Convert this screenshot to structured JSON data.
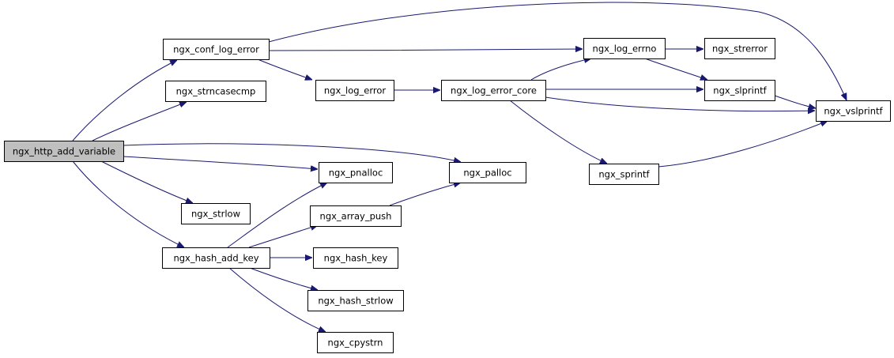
{
  "graph": {
    "root": "ngx_http_add_variable",
    "colors": {
      "edge": "#191970",
      "root_fill": "#bfbfbf",
      "node_fill": "#ffffff",
      "border": "#000000"
    },
    "nodes": [
      {
        "id": "ngx_http_add_variable",
        "label": "ngx_http_add_variable",
        "root": true
      },
      {
        "id": "ngx_conf_log_error",
        "label": "ngx_conf_log_error"
      },
      {
        "id": "ngx_strncasecmp",
        "label": "ngx_strncasecmp"
      },
      {
        "id": "ngx_strlow",
        "label": "ngx_strlow"
      },
      {
        "id": "ngx_hash_add_key",
        "label": "ngx_hash_add_key"
      },
      {
        "id": "ngx_log_error",
        "label": "ngx_log_error"
      },
      {
        "id": "ngx_pnalloc",
        "label": "ngx_pnalloc"
      },
      {
        "id": "ngx_array_push",
        "label": "ngx_array_push"
      },
      {
        "id": "ngx_hash_key",
        "label": "ngx_hash_key"
      },
      {
        "id": "ngx_hash_strlow",
        "label": "ngx_hash_strlow"
      },
      {
        "id": "ngx_cpystrn",
        "label": "ngx_cpystrn"
      },
      {
        "id": "ngx_log_error_core",
        "label": "ngx_log_error_core"
      },
      {
        "id": "ngx_palloc",
        "label": "ngx_palloc"
      },
      {
        "id": "ngx_log_errno",
        "label": "ngx_log_errno"
      },
      {
        "id": "ngx_sprintf",
        "label": "ngx_sprintf"
      },
      {
        "id": "ngx_strerror",
        "label": "ngx_strerror"
      },
      {
        "id": "ngx_slprintf",
        "label": "ngx_slprintf"
      },
      {
        "id": "ngx_vslprintf",
        "label": "ngx_vslprintf"
      }
    ],
    "edges": [
      {
        "from": "ngx_http_add_variable",
        "to": "ngx_conf_log_error"
      },
      {
        "from": "ngx_http_add_variable",
        "to": "ngx_strncasecmp"
      },
      {
        "from": "ngx_http_add_variable",
        "to": "ngx_palloc"
      },
      {
        "from": "ngx_http_add_variable",
        "to": "ngx_pnalloc"
      },
      {
        "from": "ngx_http_add_variable",
        "to": "ngx_strlow"
      },
      {
        "from": "ngx_http_add_variable",
        "to": "ngx_hash_add_key"
      },
      {
        "from": "ngx_conf_log_error",
        "to": "ngx_vslprintf"
      },
      {
        "from": "ngx_conf_log_error",
        "to": "ngx_log_errno"
      },
      {
        "from": "ngx_conf_log_error",
        "to": "ngx_log_error"
      },
      {
        "from": "ngx_log_error",
        "to": "ngx_log_error_core"
      },
      {
        "from": "ngx_log_error_core",
        "to": "ngx_log_errno"
      },
      {
        "from": "ngx_log_error_core",
        "to": "ngx_slprintf"
      },
      {
        "from": "ngx_log_error_core",
        "to": "ngx_vslprintf"
      },
      {
        "from": "ngx_log_error_core",
        "to": "ngx_sprintf"
      },
      {
        "from": "ngx_log_errno",
        "to": "ngx_strerror"
      },
      {
        "from": "ngx_log_errno",
        "to": "ngx_slprintf"
      },
      {
        "from": "ngx_slprintf",
        "to": "ngx_vslprintf"
      },
      {
        "from": "ngx_sprintf",
        "to": "ngx_vslprintf"
      },
      {
        "from": "ngx_hash_add_key",
        "to": "ngx_pnalloc"
      },
      {
        "from": "ngx_hash_add_key",
        "to": "ngx_array_push"
      },
      {
        "from": "ngx_hash_add_key",
        "to": "ngx_hash_key"
      },
      {
        "from": "ngx_hash_add_key",
        "to": "ngx_hash_strlow"
      },
      {
        "from": "ngx_hash_add_key",
        "to": "ngx_cpystrn"
      },
      {
        "from": "ngx_array_push",
        "to": "ngx_palloc"
      }
    ]
  }
}
